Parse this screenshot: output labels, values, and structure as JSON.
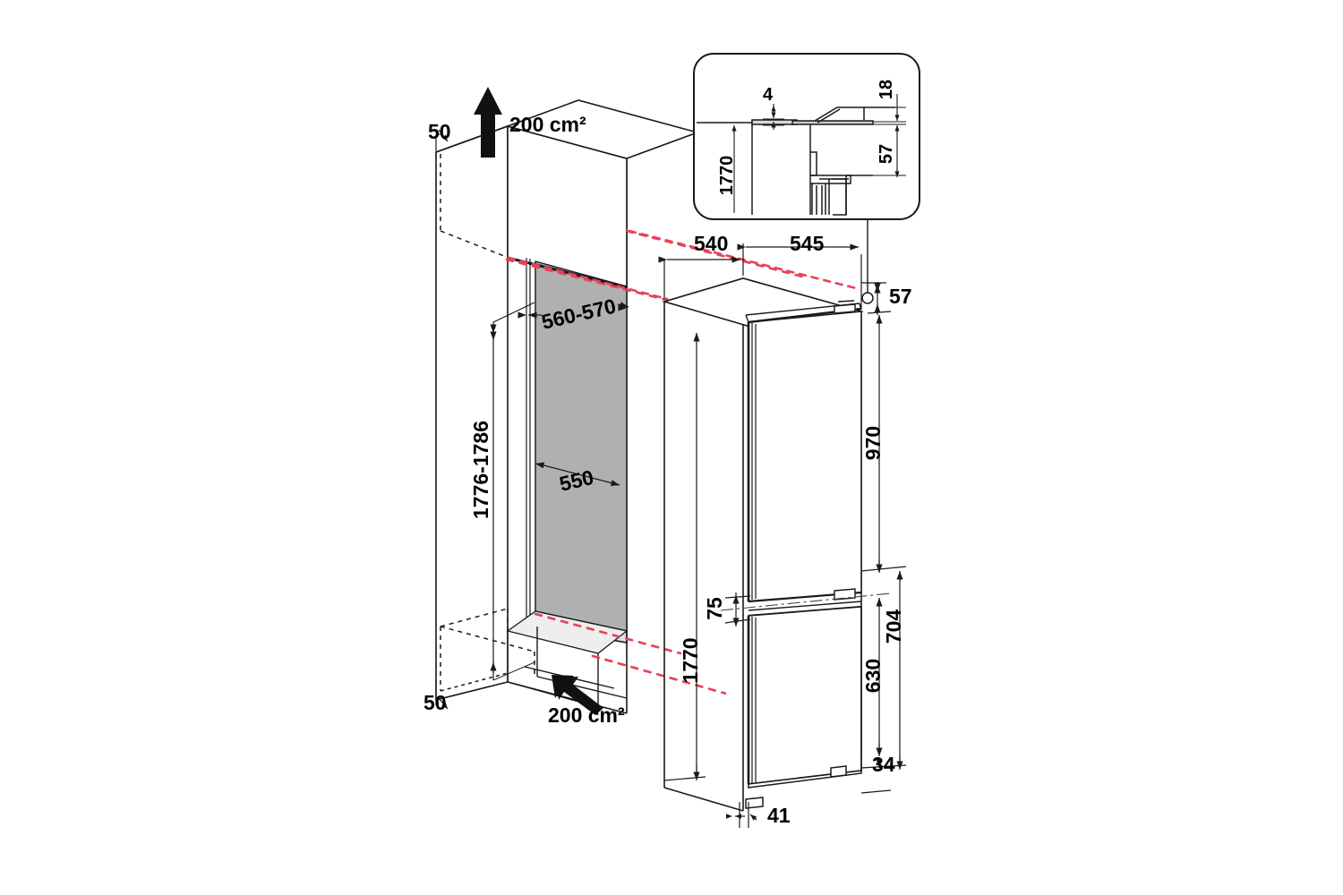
{
  "diagram": {
    "title": "Built-in fridge-freezer installation dimension drawing",
    "units_note": "mm",
    "colors": {
      "line": "#1a1a1a",
      "panel_grey": "#b0b0b0",
      "floor_grey": "#e2e2e2",
      "red_dashed": "#e8425a",
      "background": "#ffffff"
    }
  },
  "cabinet": {
    "name": "Kitchen housing cabinet (left view)",
    "labels": {
      "top_gap": "50",
      "bottom_gap": "50",
      "vent_top": "200 cm²",
      "vent_bottom": "200 cm²",
      "niche_height": "1776-1786",
      "niche_width": "560-570",
      "niche_depth": "550"
    }
  },
  "appliance": {
    "name": "Fridge-freezer (right view)",
    "labels": {
      "depth_rear": "540",
      "depth_total": "545",
      "hinge_offset": "57",
      "fridge_door_height": "970",
      "door_gap": "75",
      "freezer_compartment": "704",
      "freezer_door_height": "630",
      "plinth_height": "34",
      "foot_offset": "41",
      "total_height": "1770"
    }
  },
  "inset": {
    "name": "Door-hinge cross-section detail",
    "labels": {
      "panel_thickness": "4",
      "top_overlap": "18",
      "hinge_depth": "57",
      "appliance_height": "1770"
    }
  }
}
